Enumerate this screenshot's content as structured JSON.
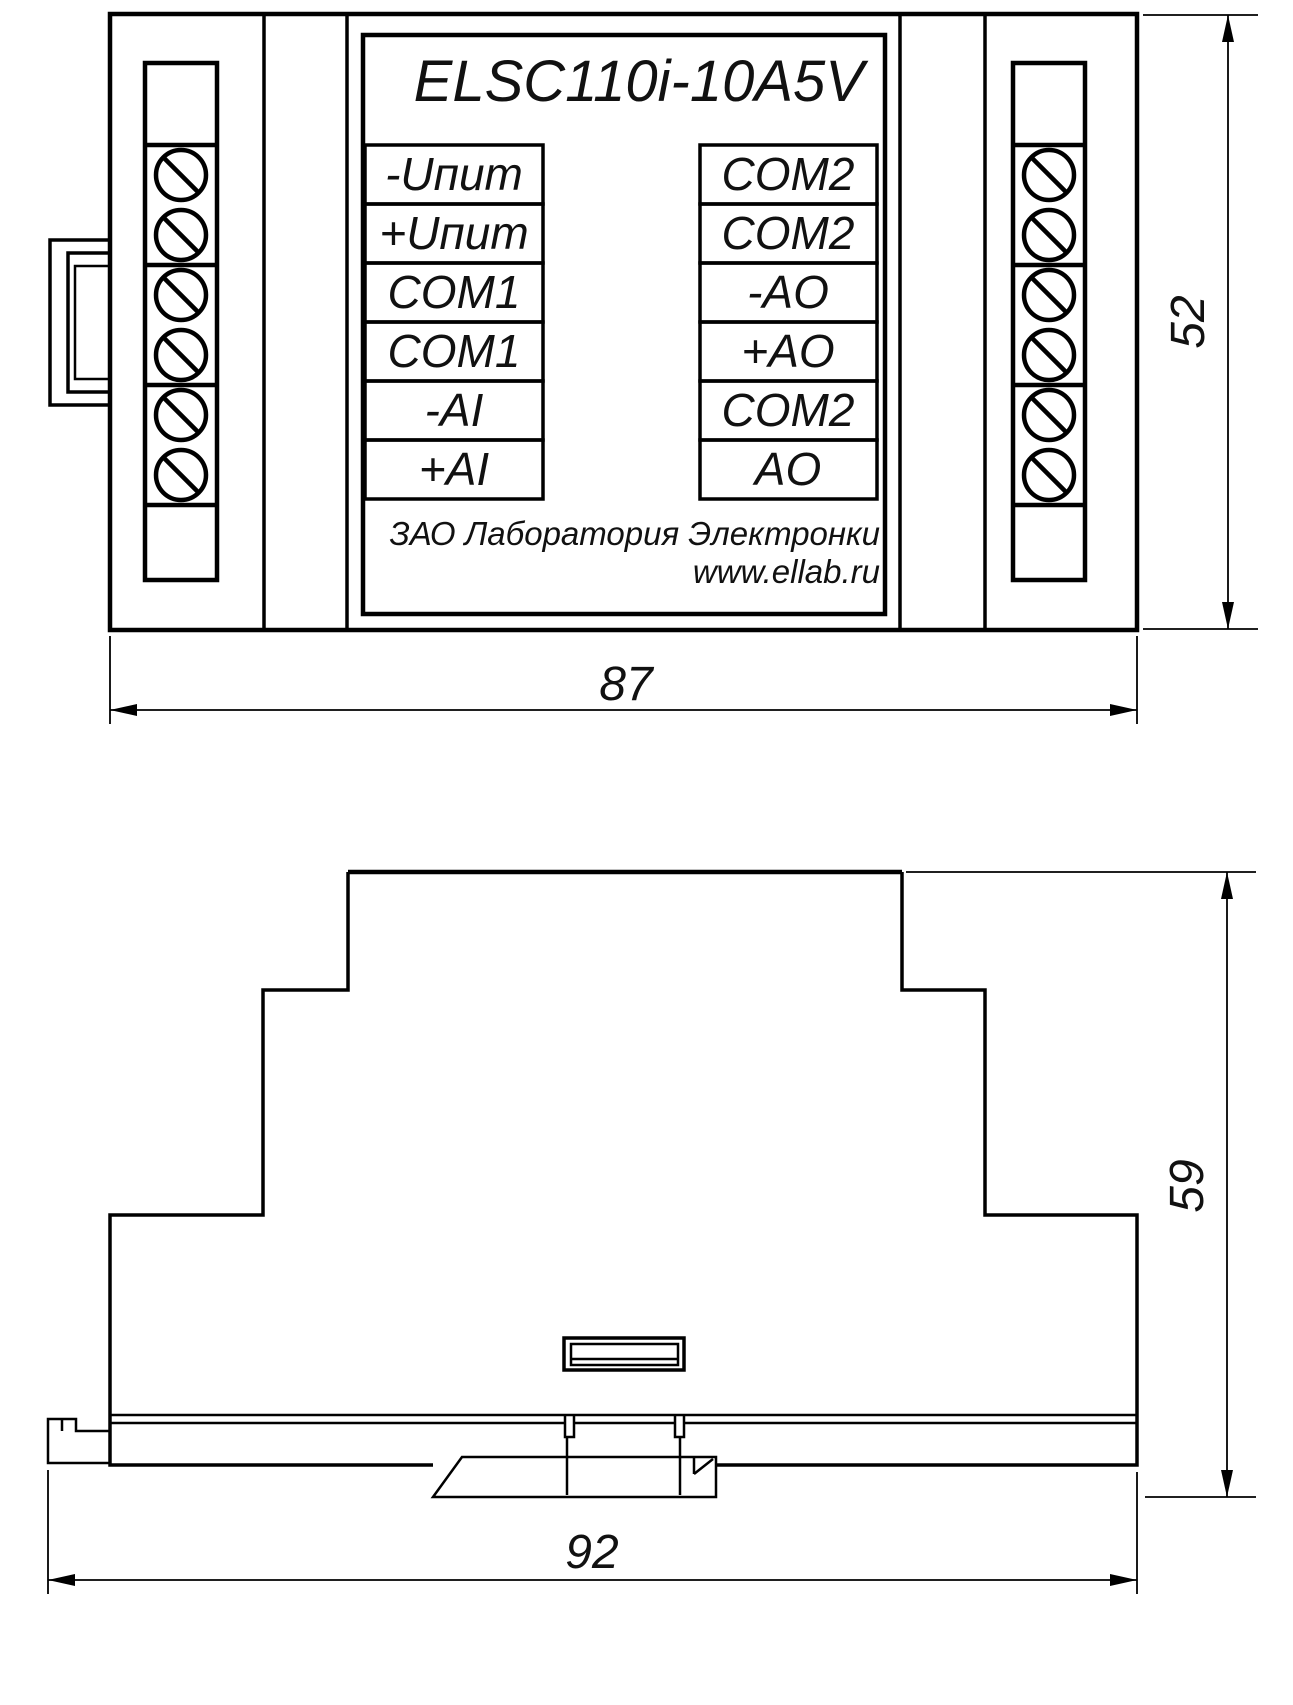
{
  "front_view": {
    "model": "ELSC110i-10A5V",
    "left_terminals": [
      "-Uпит",
      "+Uпит",
      "COM1",
      "COM1",
      "-AI",
      "+AI"
    ],
    "right_terminals": [
      "COM2",
      "COM2",
      "-AO",
      "+AO",
      "COM2",
      "AO"
    ],
    "manufacturer": "ЗАО Лаборатория Электронки",
    "website": "www.ellab.ru",
    "dim_width": "87",
    "dim_height": "52"
  },
  "side_view": {
    "dim_width": "92",
    "dim_height": "59"
  },
  "colors": {
    "line": "#000000",
    "background": "#ffffff"
  }
}
